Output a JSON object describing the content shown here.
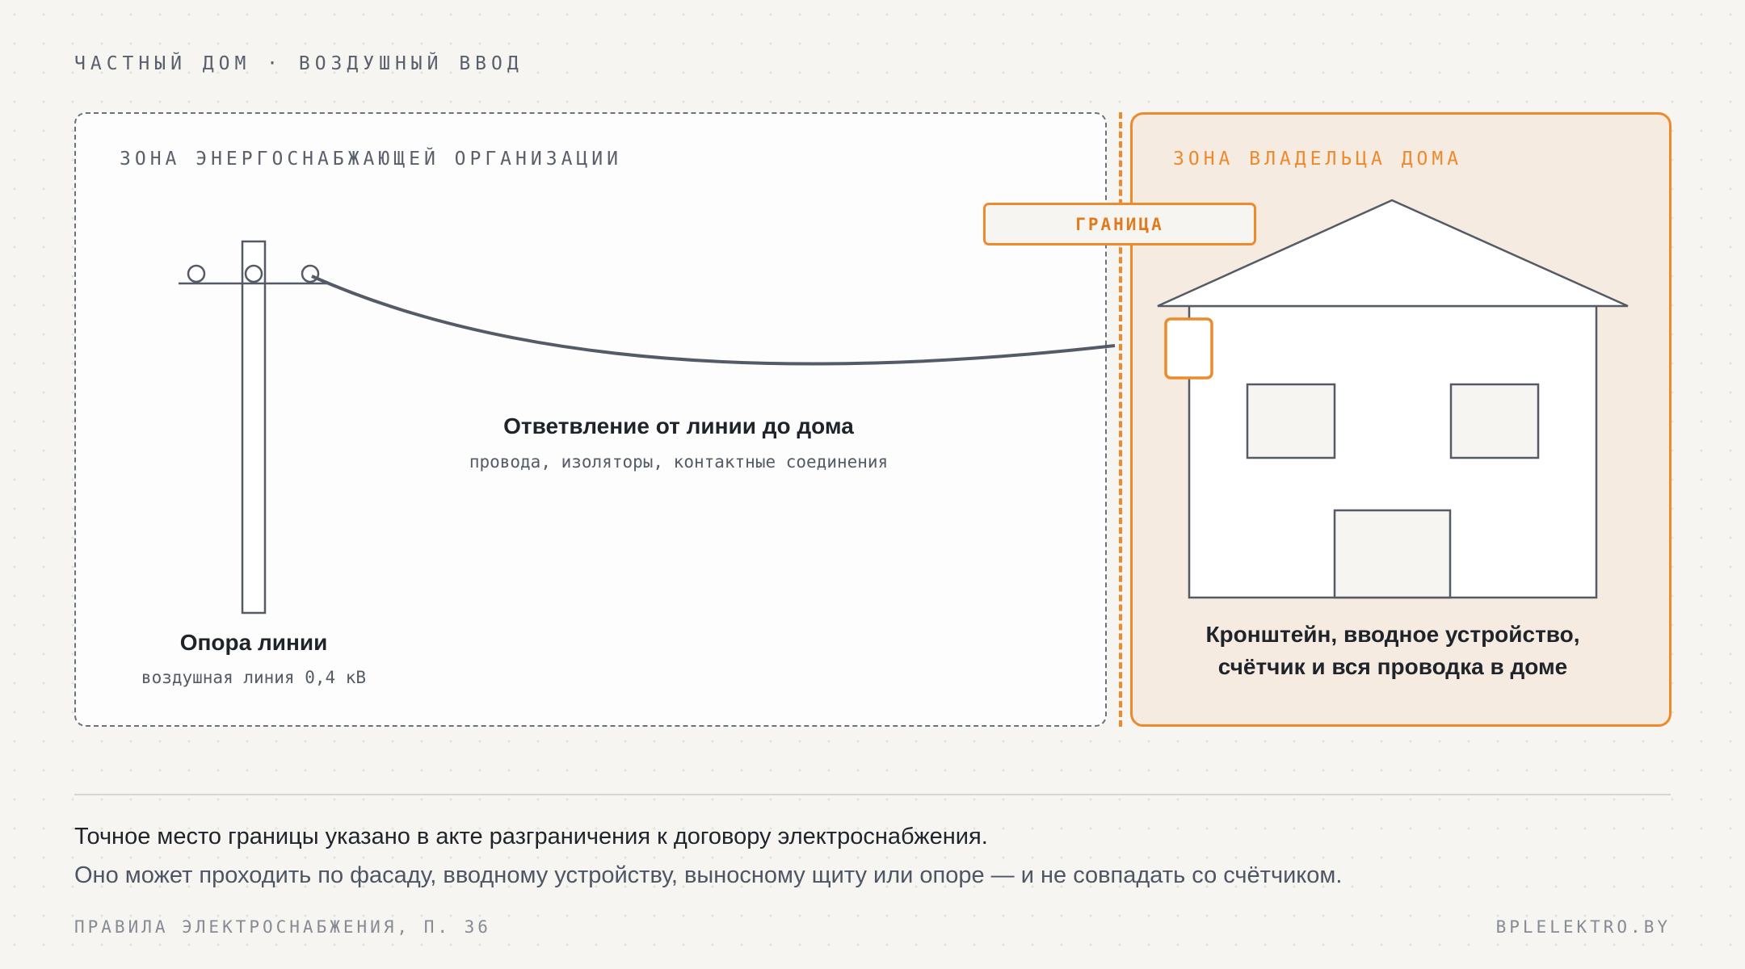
{
  "header": {
    "eyebrow": "ЧАСТНЫЙ ДОМ · ВОЗДУШНЫЙ ВВОД"
  },
  "zones": {
    "utility": {
      "label": "ЗОНА ЭНЕРГОСНАБЖАЮЩЕЙ ОРГАНИЗАЦИИ"
    },
    "owner": {
      "label": "ЗОНА ВЛАДЕЛЬЦА ДОМА"
    },
    "boundary_label": "ГРАНИЦА"
  },
  "pole": {
    "title": "Опора линии",
    "subtitle": "воздушная линия 0,4 кВ"
  },
  "branch": {
    "title": "Ответвление от линии до дома",
    "subtitle": "провода, изоляторы, контактные соединения"
  },
  "house": {
    "caption_line1": "Кронштейн, вводное устройство,",
    "caption_line2": "счётчик и вся проводка в доме"
  },
  "notes": {
    "line1": "Точное место границы указано в акте разграничения к договору электроснабжения.",
    "line2": "Оно может проходить по фасаду, вводному устройству, выносному щиту или опоре — и не совпадать со счётчиком."
  },
  "footer": {
    "source": "ПРАВИЛА ЭЛЕКТРОСНАБЖЕНИЯ, П. 36",
    "site": "BPLELEKTRO.BY"
  },
  "colors": {
    "accent": "#ee8a2c",
    "ink": "#555b66",
    "background": "#f6f5f1",
    "owner_zone": "#f6ebe0"
  }
}
